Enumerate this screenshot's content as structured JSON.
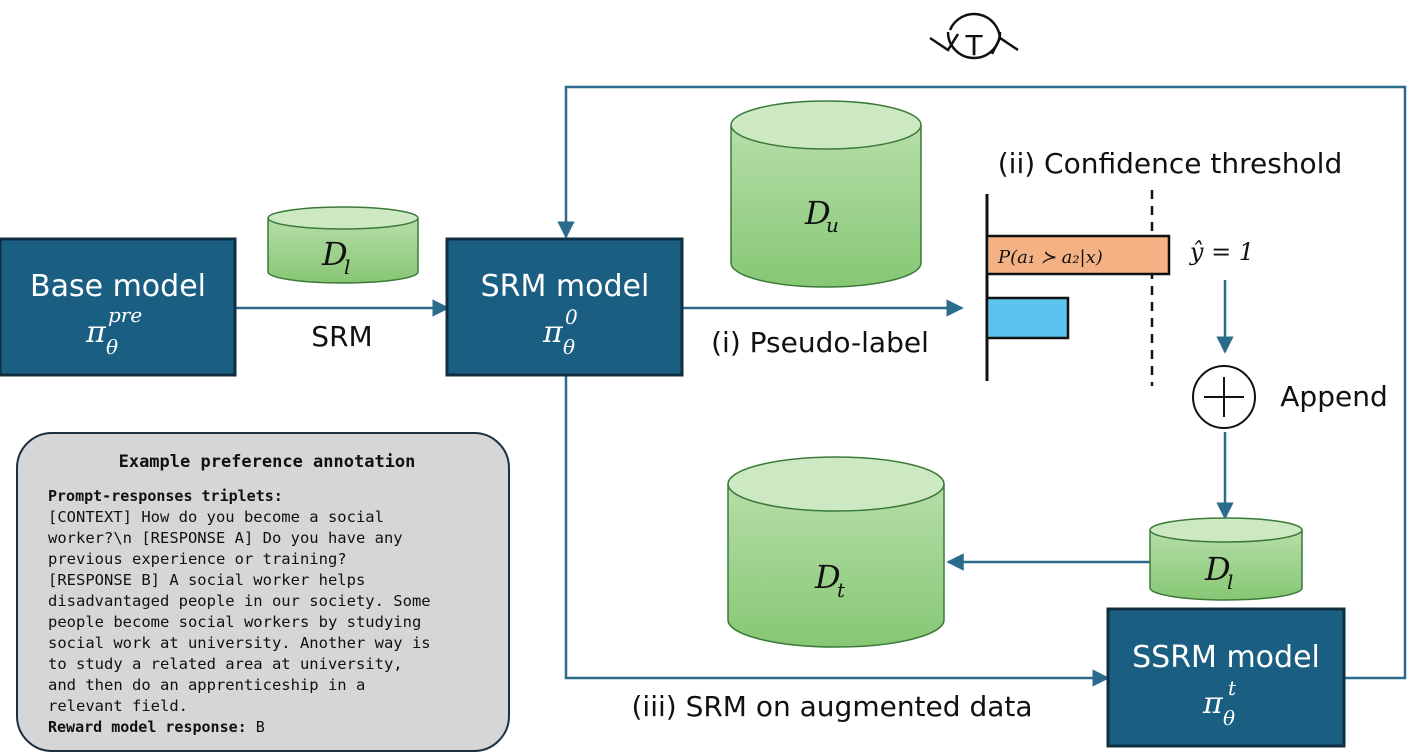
{
  "loop_icon": {
    "name": "refresh-loop-icon",
    "label": "T"
  },
  "base_model": {
    "title": "Base model",
    "math_symbol": "π",
    "math_sub": "θ",
    "math_sup": "pre"
  },
  "srm_model": {
    "title": "SRM model",
    "math_symbol": "π",
    "math_sub": "θ",
    "math_sup": "0"
  },
  "ssrm_model": {
    "title": "SSRM model",
    "math_symbol": "π",
    "math_sub": "θ",
    "math_sup": "t"
  },
  "datasets": {
    "labeled_top": {
      "symbol": "D",
      "sub": "l"
    },
    "unlabeled": {
      "symbol": "D",
      "sub": "u"
    },
    "train": {
      "symbol": "D",
      "sub": "t"
    },
    "labeled_new": {
      "symbol": "D",
      "sub": "l"
    }
  },
  "edge_labels": {
    "srm": "SRM",
    "pseudo_label": "(i) Pseudo-label",
    "confidence": "(ii) Confidence threshold",
    "append": "Append",
    "srm_augmented": "(iii) SRM on augmented data"
  },
  "threshold_chart": {
    "bar_label": "P(a₁ ≻ a₂|x)",
    "prediction": "ŷ = 1",
    "bar_high_color": "#f4b183",
    "bar_low_color": "#5bc4ee",
    "bar_high_fraction": 0.95,
    "bar_low_fraction": 0.42,
    "threshold_fraction": 0.86
  },
  "colors": {
    "model_box": "#1a5f82",
    "model_border": "#0f2f40",
    "cylinder": "#8fcb7c",
    "cylinder_top": "#c9e7bd",
    "edge": "#2b6c8c"
  },
  "annotation": {
    "title": "Example preference annotation",
    "heading": "Prompt-responses triplets:",
    "body_lines": [
      "[CONTEXT] How do you become a social",
      "worker?\\n [RESPONSE A] Do you have any",
      "previous experience or training?",
      "[RESPONSE B] A social worker helps",
      "disadvantaged people in our society. Some",
      "people become social workers by studying",
      "social work at university. Another way is",
      "to study a related area at university,",
      "and then do an apprenticeship in a",
      "relevant field."
    ],
    "footer_label": "Reward model response:",
    "footer_value": "B"
  }
}
